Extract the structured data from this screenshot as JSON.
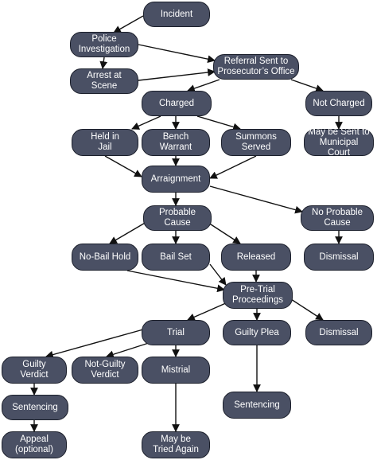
{
  "nodes": {
    "incident": "Incident",
    "police_investigation": "Police\nInvestigation",
    "arrest_at_scene": "Arrest at\nScene",
    "referral_prosecutor": "Referral Sent to\nProsecutor’s Office",
    "charged": "Charged",
    "not_charged": "Not Charged",
    "held_in_jail": "Held in\nJail",
    "bench_warrant": "Bench\nWarrant",
    "summons_served": "Summons\nServed",
    "municipal_court": "May be Sent to\nMunicipal Court",
    "arraignment": "Arraignment",
    "probable_cause": "Probable Cause",
    "no_probable_cause": "No Probable Cause",
    "no_bail_hold": "No-Bail Hold",
    "bail_set": "Bail Set",
    "released": "Released",
    "dismissal_1": "Dismissal",
    "pretrial": "Pre-Trial\nProceedings",
    "trial": "Trial",
    "guilty_plea": "Guilty Plea",
    "dismissal_2": "Dismissal",
    "guilty_verdict": "Guilty\nVerdict",
    "not_guilty_verdict": "Not-Guilty\nVerdict",
    "mistrial": "Mistrial",
    "sentencing_1": "Sentencing",
    "sentencing_2": "Sentencing",
    "appeal": "Appeal\n(optional)",
    "tried_again": "May be\nTried Again"
  },
  "colors": {
    "node_fill": "#4a5064",
    "node_border": "#1b1f2b",
    "node_text": "#ffffff",
    "arrow": "#111111"
  }
}
